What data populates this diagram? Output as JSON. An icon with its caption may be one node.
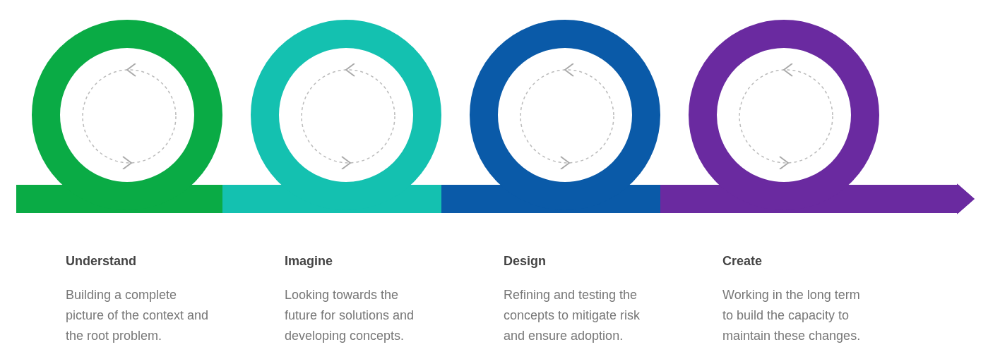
{
  "diagram": {
    "nodes": [
      {
        "text": [
          "Understand"
        ]
      },
      {
        "text": [
          "Imagine"
        ]
      },
      {
        "text": [
          "Design"
        ]
      },
      {
        "text": [
          "Create"
        ]
      }
    ],
    "edges": [
      {
        "from": 0,
        "to": 1,
        "arrow": "none",
        "color": "#14c1b0"
      },
      {
        "from": 1,
        "to": 2,
        "arrow": "none",
        "color": "#0a5aa8"
      },
      {
        "from": 2,
        "to": 3,
        "arrow": "none",
        "color": "#6a2aa0"
      },
      {
        "from": 3,
        "to": null,
        "arrow": "to",
        "color": "#6a2aa0"
      }
    ],
    "labels": [
      "Building a complete picture of the context and the root problem.",
      "Looking towards the future for solutions and developing concepts.",
      "Refining and testing the concepts to mitigate risk and ensure adoption.",
      "Working in the long term to build the capacity to maintain these changes."
    ]
  }
}
